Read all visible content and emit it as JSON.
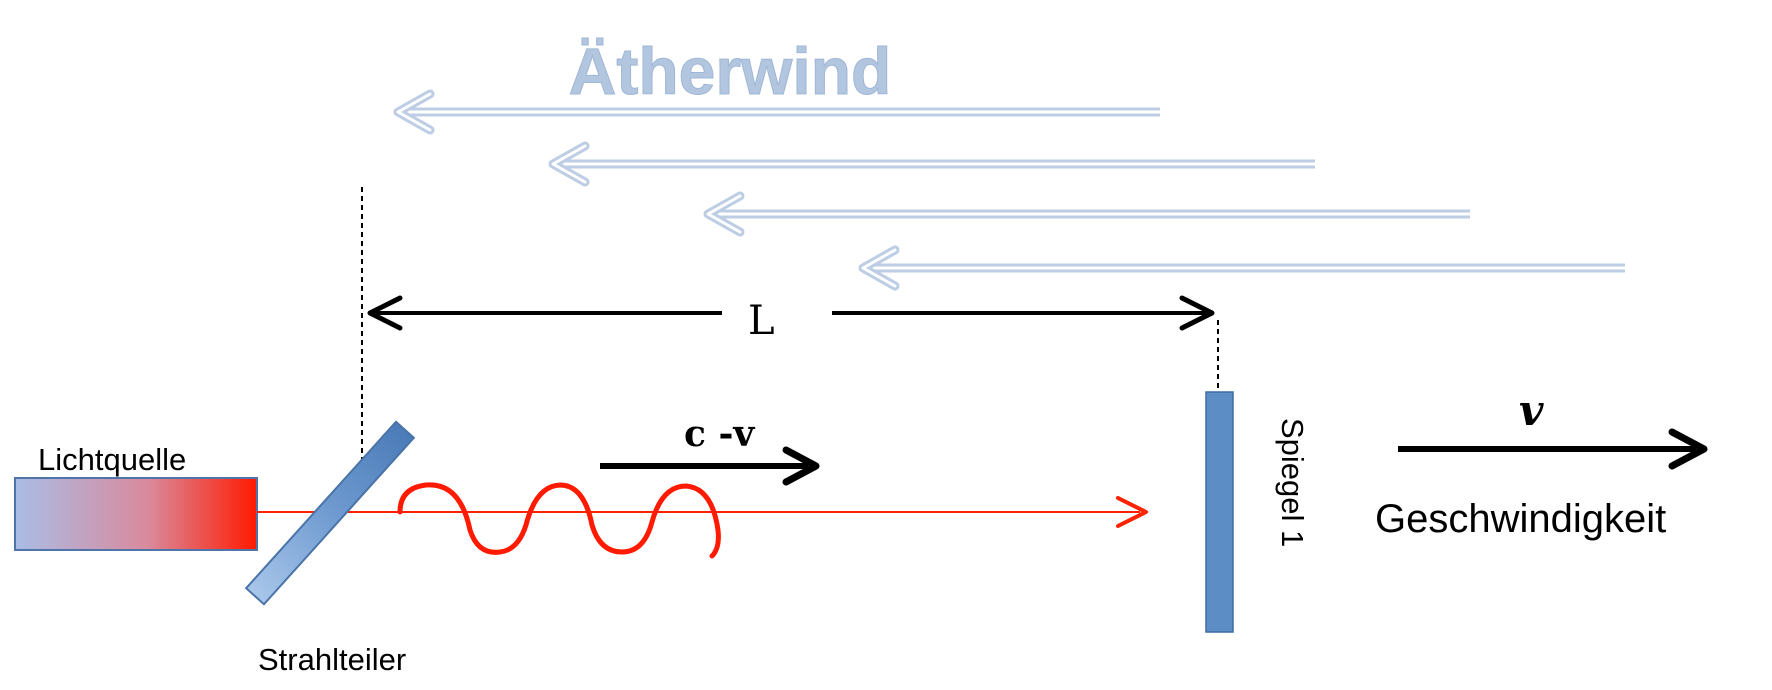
{
  "title": "Ätherwind",
  "labels": {
    "source": "Lichtquelle",
    "beamsplitter": "Strahlteiler",
    "mirror": "Spiegel 1",
    "length": "L",
    "relative_speed": "c -v",
    "velocity_symbol": "v",
    "velocity": "Geschwindigkeit"
  },
  "colors": {
    "ether_wind": "#b9cbe3",
    "ether_title": "#b3c6e0",
    "light_beam": "#ff2200",
    "source_start": "#a9bde6",
    "source_end": "#ff1a00",
    "beamsplitter": "#6f9bd0",
    "mirror": "#5d8dc5",
    "arrows": "#000000"
  }
}
